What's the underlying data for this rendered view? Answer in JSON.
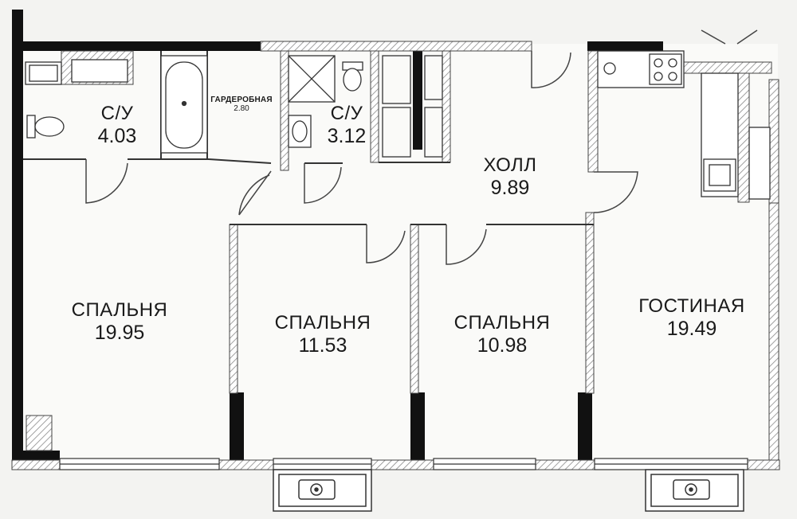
{
  "colors": {
    "background": "#f3f3f1",
    "wall": "#111111",
    "hatch": "#9a9a9a",
    "line": "#555555"
  },
  "rooms": {
    "wc1": {
      "name": "С/У",
      "area": "4.03"
    },
    "dressing": {
      "name": "ГАРДЕРОБНАЯ",
      "area": "2.80"
    },
    "wc2": {
      "name": "С/У",
      "area": "3.12"
    },
    "hall": {
      "name": "ХОЛЛ",
      "area": "9.89"
    },
    "bedroom1": {
      "name": "СПАЛЬНЯ",
      "area": "19.95"
    },
    "bedroom2": {
      "name": "СПАЛЬНЯ",
      "area": "11.53"
    },
    "bedroom3": {
      "name": "СПАЛЬНЯ",
      "area": "10.98"
    },
    "living": {
      "name": "ГОСТИНАЯ",
      "area": "19.49"
    }
  }
}
